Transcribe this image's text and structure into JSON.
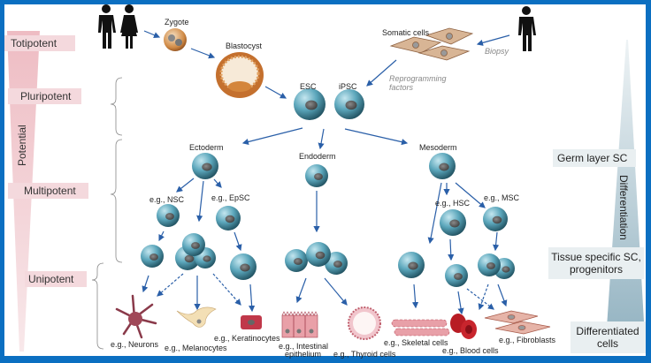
{
  "potential_scale": {
    "axis_label": "Potential",
    "levels": [
      "Totipotent",
      "Pluripotent",
      "Multipotent",
      "Unipotent"
    ]
  },
  "differentiation_scale": {
    "axis_label": "Differentiation",
    "levels": [
      "Germ layer SC",
      "Tissue specific SC,",
      "progenitors",
      "Differentiated",
      "cells"
    ]
  },
  "origin": {
    "zygote": "Zygote",
    "blastocyst": "Blastocyst",
    "somatic_cells": "Somatic cells",
    "biopsy": "Biopsy",
    "reprogramming": [
      "Reprogramming",
      "factors"
    ],
    "esc": "ESC",
    "ipsc": "iPSC"
  },
  "germ_layers": {
    "ectoderm": "Ectoderm",
    "endoderm": "Endoderm",
    "mesoderm": "Mesoderm"
  },
  "tissue_sc": {
    "nsc": "e.g., NSC",
    "epsc": "e.g., EpSC",
    "hsc": "e.g., HSC",
    "msc": "e.g., MSC"
  },
  "differentiated": {
    "neurons": "e.g., Neurons",
    "melanocytes": "e.g., Melanocytes",
    "keratinocytes": "e.g., Keratinocytes",
    "intestinal": [
      "e.g., Intestinal",
      "epithelium"
    ],
    "thyroid": "e.g., Thyroid cells",
    "skeletal": "e.g., Skeletal cells",
    "blood": "e.g., Blood cells",
    "fibroblasts": "e.g., Fibroblasts"
  },
  "colors": {
    "border": "#0b6fc1",
    "arrow": "#2a5fa8",
    "stem_cell": "#5aa7bd",
    "potential_bar": "#f2d4d8",
    "differentiation_bar": "#a9c3cf"
  }
}
